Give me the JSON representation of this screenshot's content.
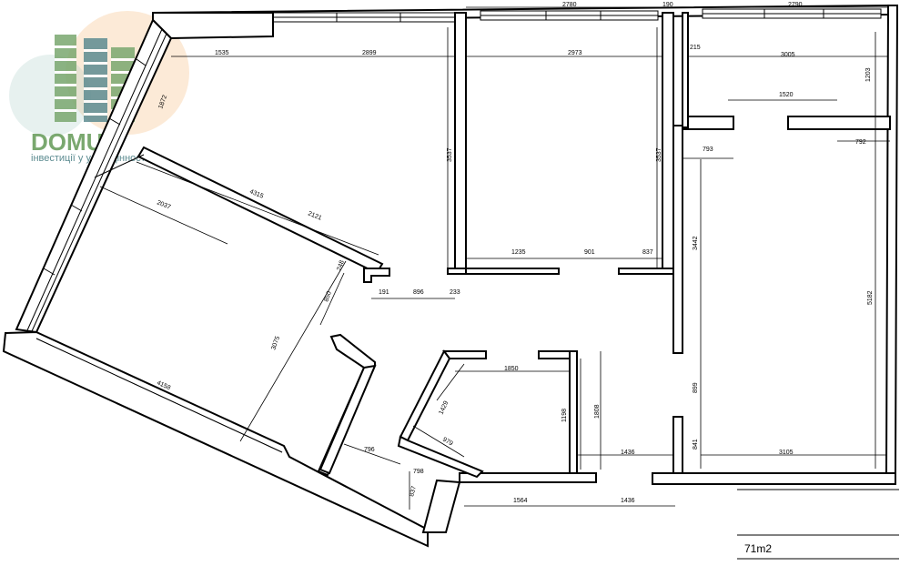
{
  "logo": {
    "brand": "DOMUS",
    "tagline": "інвестиції у успіх цінності",
    "colors": {
      "green": "#7aa86f",
      "teal": "#5d8c91",
      "orange": "#f6c28b"
    }
  },
  "area_label": "71m2",
  "dimensions": {
    "d2780": "2780",
    "d190": "190",
    "d2790": "2790",
    "d1535": "1535",
    "d2899": "2899",
    "d2973": "2973",
    "d215": "215",
    "d3005": "3005",
    "d1872": "1872",
    "d1203": "1203",
    "d1520": "1520",
    "d3537a": "3537",
    "d3537b": "3537",
    "d793": "793",
    "d792": "792",
    "d4315": "4315",
    "d2037": "2037",
    "d2121": "2121",
    "d3442": "3442",
    "d1235": "1235",
    "d901": "901",
    "d837": "837",
    "d248": "248",
    "d191": "191",
    "d896": "896",
    "d233": "233",
    "d5182": "5182",
    "d850": "850",
    "d3075": "3075",
    "d4158": "4158",
    "d1850": "1850",
    "d1429": "1429",
    "d1198": "1198",
    "d1808": "1808",
    "d899": "899",
    "d979": "979",
    "d841": "841",
    "d796": "796",
    "d798": "798",
    "d1436a": "1436",
    "d3105": "3105",
    "d837b": "837",
    "d1564": "1564",
    "d1436b": "1436"
  }
}
